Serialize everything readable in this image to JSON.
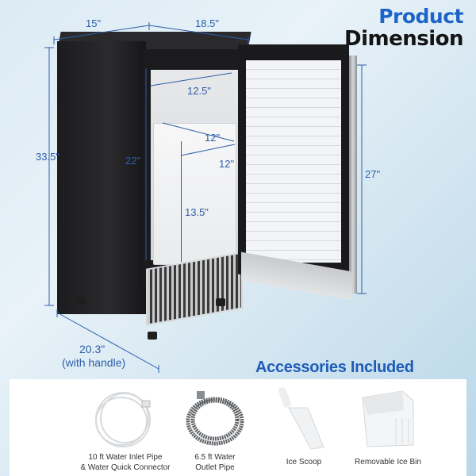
{
  "header": {
    "title_line1": "Product",
    "title_line2": "Dimension"
  },
  "dimensions": {
    "top_width": "15\"",
    "top_depth": "18.5\"",
    "inner_width": "12.5\"",
    "bin_depth": "12\"",
    "bin_width": "12\"",
    "bin_height": "13.5\"",
    "inner_height": "22\"",
    "total_height": "33.5\"",
    "door_height": "27\"",
    "depth_with_handle": "20.3\"",
    "depth_with_handle_note": "(with handle)"
  },
  "accessories": {
    "title": "Accessories Included",
    "items": [
      {
        "icon": "water-inlet-pipe-icon",
        "line1": "10 ft Water Inlet Pipe",
        "line2": "& Water Quick Connector"
      },
      {
        "icon": "water-outlet-pipe-icon",
        "line1": "6.5 ft Water",
        "line2": "Outlet Pipe"
      },
      {
        "icon": "ice-scoop-icon",
        "line1": "Ice Scoop",
        "line2": ""
      },
      {
        "icon": "ice-bin-icon",
        "line1": "Removable Ice Bin",
        "line2": ""
      }
    ]
  },
  "colors": {
    "accent_blue": "#1e64c8",
    "dimension_blue": "#2d5ea8",
    "title_dark": "#141414"
  }
}
